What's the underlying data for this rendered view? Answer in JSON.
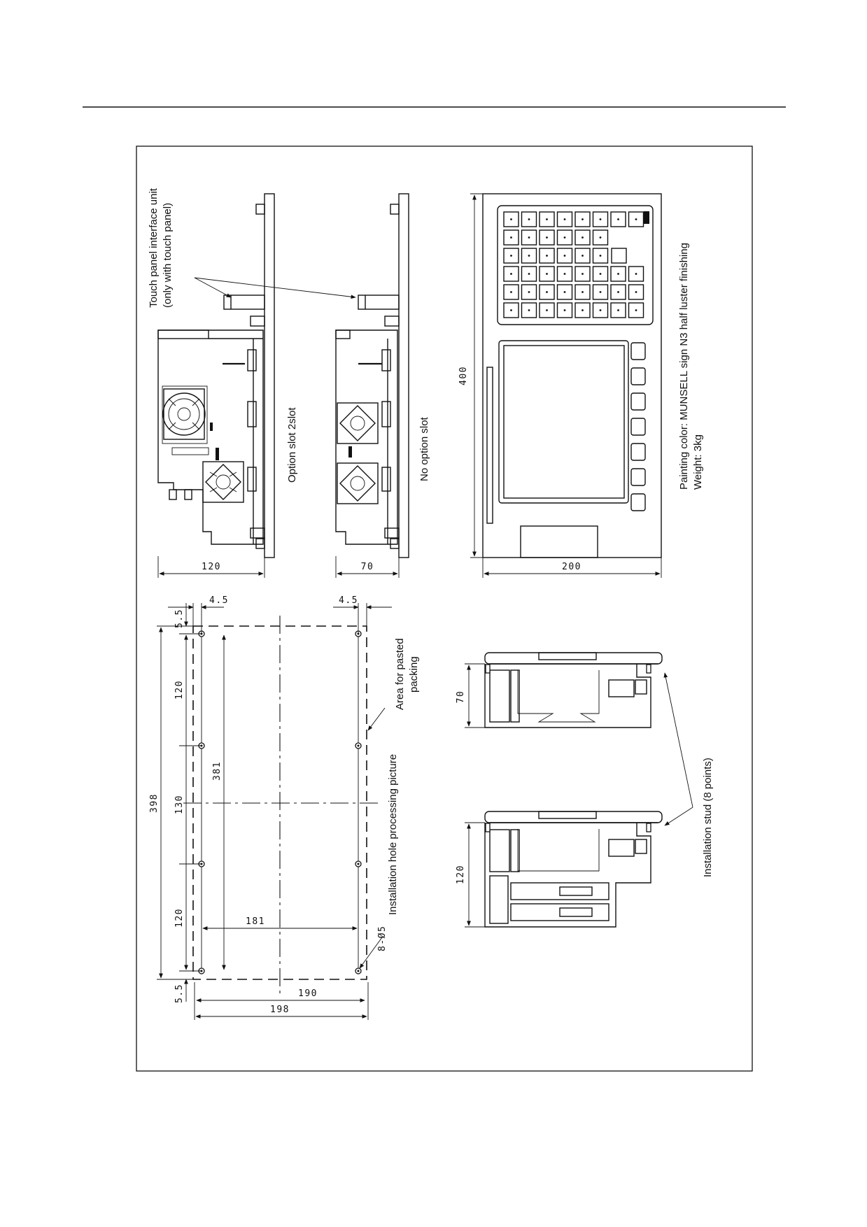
{
  "labels": {
    "touch_panel_unit_line1": "Touch panel interface unit",
    "touch_panel_unit_line2": "(only with touch panel)",
    "option_slot_2slot": "Option slot 2slot",
    "no_option_slot": "No option slot",
    "painting_color": "Painting color: MUNSELL sign N3 half luster finishing",
    "weight": "Weight: 3kg",
    "area_pasted_packing_line1": "Area for pasted",
    "area_pasted_packing_line2": "packing",
    "installation_hole_picture": "Installation hole processing picture",
    "installation_stud": "Installation stud (8 points)"
  },
  "dimensions": {
    "depth_with_slots": "120",
    "depth_no_slot": "70",
    "width": "200",
    "height": "400",
    "offset_left": "4.5",
    "offset_right": "4.5",
    "margin_top": "5.5",
    "margin_bottom": "5.5",
    "pitch_a": "120",
    "pitch_b": "130",
    "pitch_c": "120",
    "overall_398": "398",
    "cutout_381": "381",
    "cutout_181": "181",
    "hole_pitch_190": "190",
    "overall_198": "198",
    "hole_spec": "8-Ø5",
    "bottom_depth_70": "70",
    "bottom_depth_120": "120"
  }
}
